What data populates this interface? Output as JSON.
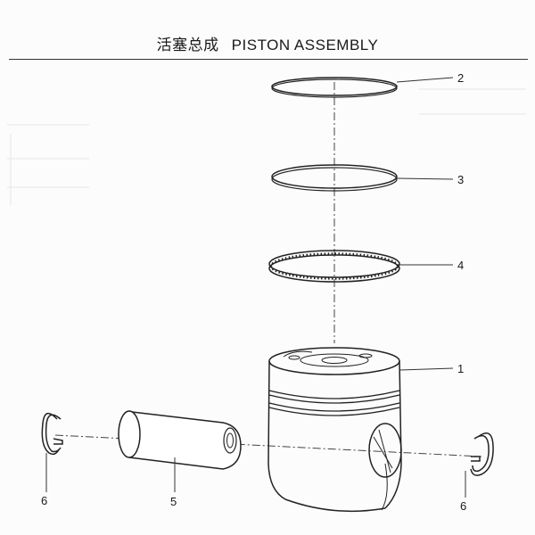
{
  "header": {
    "title_cn": "活塞总成",
    "title_en": "PISTON  ASSEMBLY"
  },
  "callouts": {
    "ring_top": "2",
    "ring_second": "3",
    "ring_oil": "4",
    "piston": "1",
    "pin": "5",
    "clip_left": "6",
    "clip_right": "6"
  }
}
